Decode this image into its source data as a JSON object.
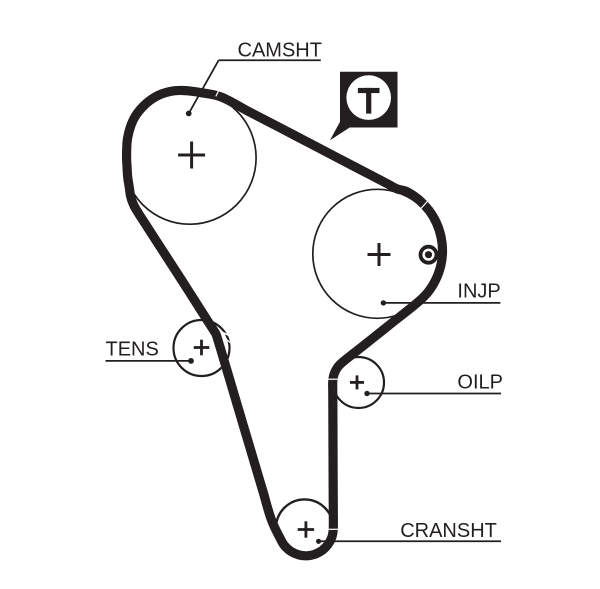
{
  "diagram": {
    "type": "timing-belt-routing",
    "ink_color": "#231f20",
    "background_color": "#ffffff",
    "pulleys": {
      "camshaft": {
        "label": "CAMSHT"
      },
      "tensioner": {
        "label": "TENS"
      },
      "injection_pump": {
        "label": "INJP"
      },
      "oil_pump": {
        "label": "OILP"
      },
      "crankshaft": {
        "label": "CRANSHT"
      }
    },
    "tension_marker": {
      "letter": "T"
    }
  }
}
